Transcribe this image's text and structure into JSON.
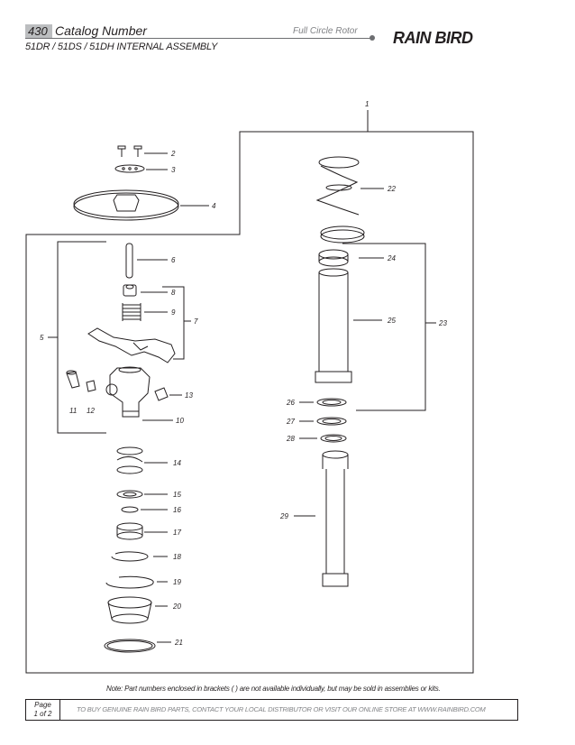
{
  "header": {
    "catalog_number": "430",
    "catalog_label": "Catalog Number",
    "subtitle": "Full Circle Rotor",
    "assembly": "51DR / 51DS / 51DH INTERNAL ASSEMBLY",
    "brand": "RAIN BIRD"
  },
  "parts": {
    "p1": "1",
    "p2": "2",
    "p3": "3",
    "p4": "4",
    "p5": "5",
    "p6": "6",
    "p7": "7",
    "p8": "8",
    "p9": "9",
    "p10": "10",
    "p11": "11",
    "p12": "12",
    "p13": "13",
    "p14": "14",
    "p15": "15",
    "p16": "16",
    "p17": "17",
    "p18": "18",
    "p19": "19",
    "p20": "20",
    "p21": "21",
    "p22": "22",
    "p23": "23",
    "p24": "24",
    "p25": "25",
    "p26": "26",
    "p27": "27",
    "p28": "28",
    "p29": "29"
  },
  "note": "Note: Part numbers enclosed in brackets ( ) are not available individually, but may be sold in assemblies or kits.",
  "footer": {
    "page_label": "Page",
    "page_num": "1 of 2",
    "text": "TO BUY GENUINE RAIN BIRD PARTS, CONTACT YOUR LOCAL DISTRIBUTOR OR VISIT OUR ONLINE STORE AT WWW.RAINBIRD.COM"
  }
}
